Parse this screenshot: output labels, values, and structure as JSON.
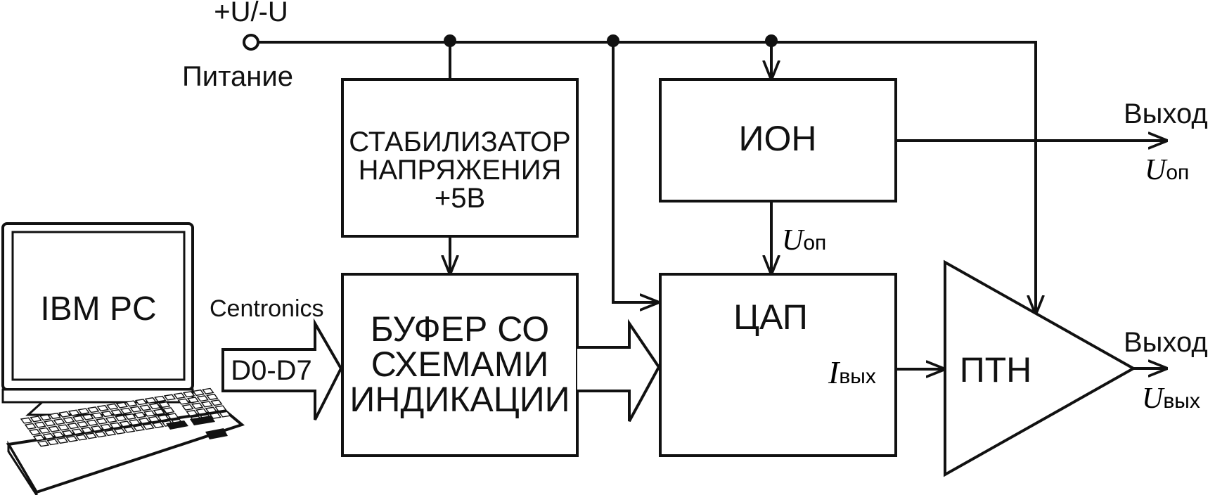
{
  "power": {
    "polarity": "+U/-U",
    "label": "Питание"
  },
  "pc": {
    "label": "IBM PC"
  },
  "interface": {
    "name": "Centronics",
    "bus": "D0-D7"
  },
  "stabilizer": {
    "line1": "СТАБИЛИЗАТОР",
    "line2": "НАПРЯЖЕНИЯ",
    "line3": "+5В"
  },
  "buffer": {
    "line1": "БУФЕР СО",
    "line2": "СХЕМАМИ",
    "line3": "ИНДИКАЦИИ"
  },
  "ion": {
    "label": "ИОН"
  },
  "dac": {
    "label": "ЦАП",
    "out_symbol": "I",
    "out_sub": "вых"
  },
  "uop_mid": {
    "symbol": "U",
    "sub": "оп"
  },
  "ptn": {
    "label": "ПТН"
  },
  "out_ref": {
    "title": "Выход",
    "symbol": "U",
    "sub": "оп"
  },
  "out_main": {
    "title": "Выход",
    "symbol": "U",
    "sub": "вых"
  }
}
